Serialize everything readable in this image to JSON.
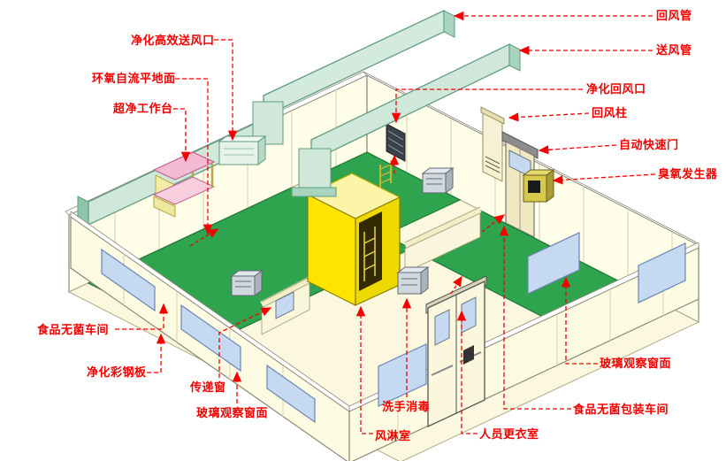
{
  "diagram": {
    "type": "cleanroom-isometric-cutaway",
    "labels": [
      {
        "id": "return-air-duct",
        "text": "回风管"
      },
      {
        "id": "supply-air-duct",
        "text": "送风管"
      },
      {
        "id": "hepa-supply-outlet",
        "text": "净化高效送风口"
      },
      {
        "id": "epoxy-self-leveling-floor",
        "text": "环氧自流平地面"
      },
      {
        "id": "ultra-clean-workbench",
        "text": "超净工作台"
      },
      {
        "id": "purified-return-air-outlet",
        "text": "净化回风口"
      },
      {
        "id": "return-air-column",
        "text": "回风柱"
      },
      {
        "id": "automatic-rapid-door",
        "text": "自动快速门"
      },
      {
        "id": "ozone-generator",
        "text": "臭氧发生器"
      },
      {
        "id": "food-sterile-workshop",
        "text": "食品无菌车间"
      },
      {
        "id": "purification-color-steel-panel",
        "text": "净化彩钢板"
      },
      {
        "id": "transfer-window",
        "text": "传递窗"
      },
      {
        "id": "glass-observation-window-left",
        "text": "玻璃观察窗面"
      },
      {
        "id": "hand-wash-disinfection",
        "text": "洗手消毒"
      },
      {
        "id": "air-shower-room",
        "text": "风淋室"
      },
      {
        "id": "staff-changing-room",
        "text": "人员更衣室"
      },
      {
        "id": "food-sterile-packaging-workshop",
        "text": "食品无菌包装车间"
      },
      {
        "id": "glass-observation-window-right",
        "text": "玻璃观察窗面"
      }
    ],
    "colors": {
      "label_red": "#f40000",
      "floor_green": "#2ea44e",
      "wall_cream": "#fffee9",
      "duct_green": "#cfe8d9",
      "air_shower_yellow": "#ffe400",
      "window_blue": "#c5d9f1",
      "workbench_pink": "#f6bbd4"
    }
  }
}
